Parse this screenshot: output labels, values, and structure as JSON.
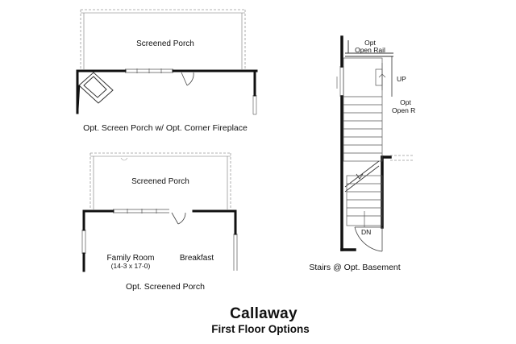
{
  "header": {
    "title": "Callaway",
    "subtitle": "First Floor Options"
  },
  "option_corner_fireplace": {
    "room_label": "Screened Porch",
    "caption": "Opt. Screen Porch w/ Opt. Corner Fireplace"
  },
  "option_screened_porch": {
    "porch_label": "Screened Porch",
    "family_room_label": "Family Room",
    "family_room_dims": "(14-3 x 17-0)",
    "breakfast_label": "Breakfast",
    "caption": "Opt. Screened Porch"
  },
  "option_stairs_basement": {
    "open_rail_top_line1": "Opt",
    "open_rail_top_line2": "Open Rail",
    "up_label": "UP",
    "open_rail_side_line1": "Opt",
    "open_rail_side_line2": "Open R",
    "down_label": "DN",
    "caption": "Stairs @ Opt. Basement"
  },
  "colors": {
    "wall": "#111111",
    "dashed": "#888888",
    "thin": "#555555"
  }
}
